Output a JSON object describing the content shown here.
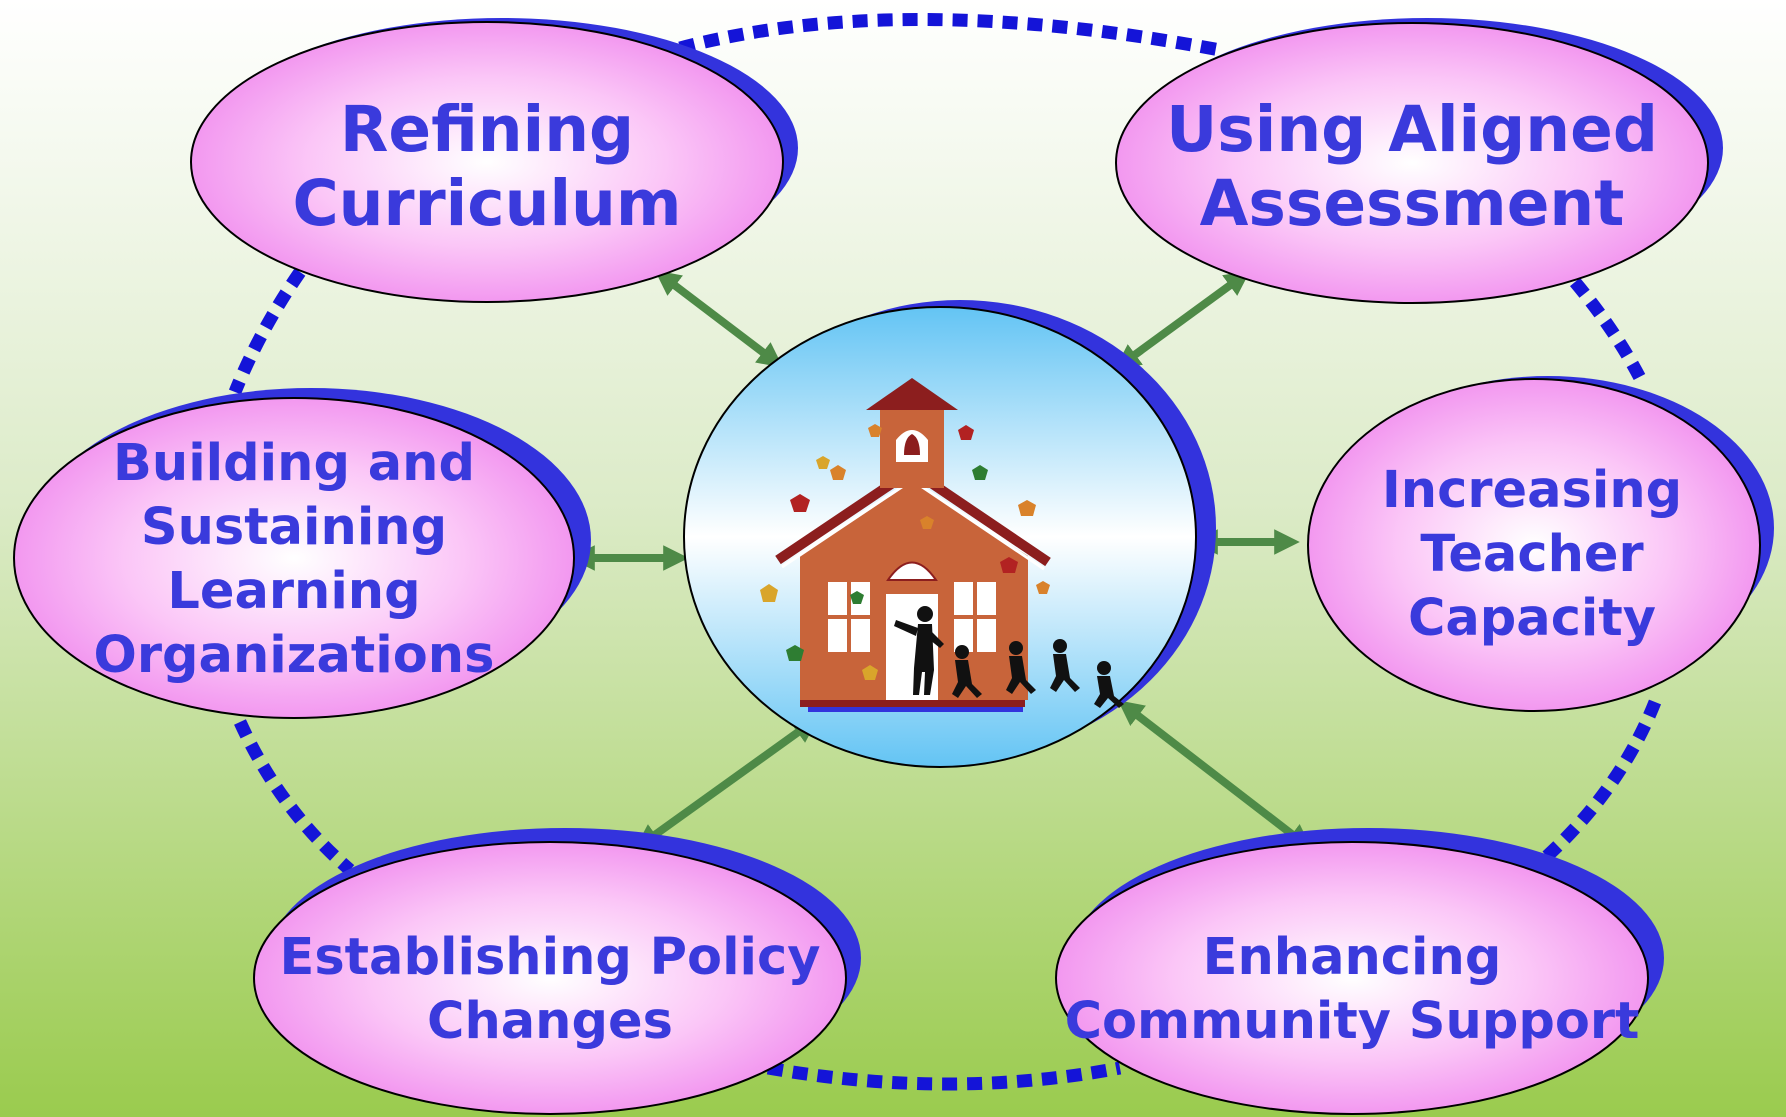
{
  "colors": {
    "background_top": "#FFFFFF",
    "background_bottom": "#9ACB4E",
    "ellipse_fill_inner": "#FFFFFF",
    "ellipse_fill_outer": "#F28CF0",
    "ellipse_shadow": "#3333DD",
    "text": "#3A3ADC",
    "dotted_ring": "#1414D8",
    "arrow": "#4E8A47",
    "center_sky_top": "#6EC9F5",
    "center_sky_mid": "#FFFFFF",
    "school_wall": "#C8643A",
    "school_roof": "#8C1E1E"
  },
  "center": {
    "icon": "schoolhouse-icon"
  },
  "nodes": [
    {
      "id": "refining-curriculum",
      "label": "Refining\nCurriculum"
    },
    {
      "id": "using-aligned-assessment",
      "label": "Using Aligned\nAssessment"
    },
    {
      "id": "building-learning-organizations",
      "label": "Building and\nSustaining\nLearning\nOrganizations"
    },
    {
      "id": "increasing-teacher-capacity",
      "label": "Increasing\nTeacher\nCapacity"
    },
    {
      "id": "establishing-policy-changes",
      "label": "Establishing Policy\nChanges"
    },
    {
      "id": "enhancing-community-support",
      "label": "Enhancing\nCommunity Support"
    }
  ]
}
